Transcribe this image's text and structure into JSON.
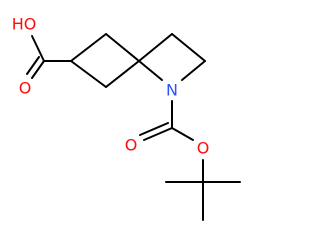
{
  "molecule": {
    "atoms": {
      "hydroxyl": {
        "label": "HO",
        "color": "#ff0d0d"
      },
      "acid_carbonyl_oxygen": {
        "label": "O",
        "color": "#ff0d0d"
      },
      "nitrogen": {
        "label": "N",
        "color": "#3050f8"
      },
      "boc_carbonyl_oxygen": {
        "label": "O",
        "color": "#ff0d0d"
      },
      "boc_ether_oxygen": {
        "label": "O",
        "color": "#ff0d0d"
      }
    },
    "bond_color": "#000000"
  }
}
